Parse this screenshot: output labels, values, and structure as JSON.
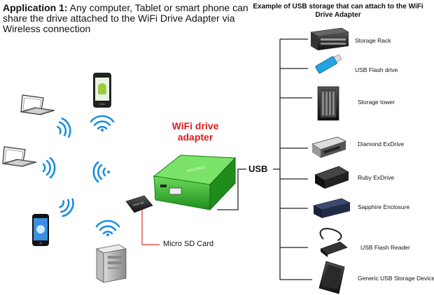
{
  "heading": {
    "prefix": "Application 1:",
    "text": " Any computer, Tablet or smart phone can share the drive attached to the WiFi Drive Adapter via Wireless connection"
  },
  "example_title": "Example of USB storage that can attach to the WiFi Drive Adapter",
  "adapter_label": "WiFi drive adapter",
  "usb_label": "USB",
  "sd_label": "Micro SD Card",
  "storage_devices": [
    {
      "label": "Storage Rack",
      "icon": "storage-rack-icon"
    },
    {
      "label": "USB Flash drive",
      "icon": "usb-flash-drive-icon"
    },
    {
      "label": "Storage tower",
      "icon": "storage-tower-icon"
    },
    {
      "label": "Diamond ExDrive",
      "icon": "diamond-exdrive-icon"
    },
    {
      "label": "Ruby  ExDrive",
      "icon": "ruby-exdrive-icon"
    },
    {
      "label": "Sapphire Enclosure",
      "icon": "sapphire-enclosure-icon"
    },
    {
      "label": "USB Flash Reader",
      "icon": "usb-flash-reader-icon"
    },
    {
      "label": "Generic USB Storage Device",
      "icon": "generic-usb-storage-icon"
    }
  ],
  "clients": [
    "laptop-icon",
    "laptop-icon",
    "android-phone-icon",
    "iphone-icon",
    "desktop-tower-icon"
  ],
  "colors": {
    "wifi_blue": "#1a8fd8",
    "adapter_green": "#2fb12c",
    "adapter_label_red": "#e01b1b",
    "sd_line_red": "#d33"
  }
}
